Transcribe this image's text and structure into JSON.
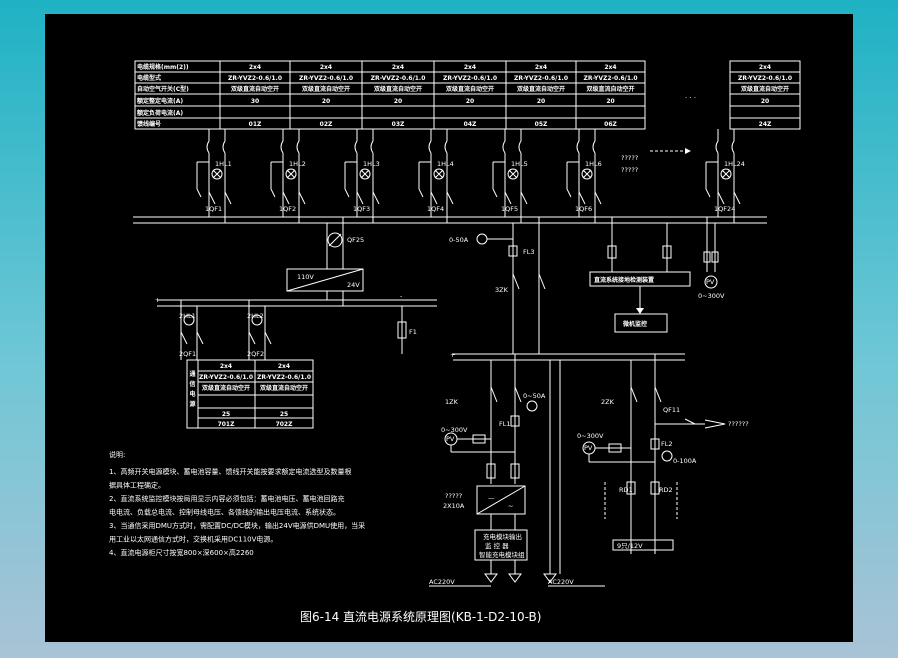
{
  "feeder_table": {
    "row_labels": [
      "电缆规格(mm(2))",
      "电缆型式",
      "自动空气开关(C型)",
      "额定整定电流(A)",
      "额定负荷电流(A)",
      "馈线编号"
    ],
    "columns": [
      {
        "spec": "2x4",
        "cable": "ZR-YVZ2-0.6/1.0",
        "breaker": "双级直流自动空开",
        "current": "30",
        "id": "01Z"
      },
      {
        "spec": "2x4",
        "cable": "ZR-YVZ2-0.6/1.0",
        "breaker": "双级直流自动空开",
        "current": "20",
        "id": "02Z"
      },
      {
        "spec": "2x4",
        "cable": "ZR-VVZ2-0.6/1.0",
        "breaker": "双级直流自动空开",
        "current": "20",
        "id": "03Z"
      },
      {
        "spec": "2x4",
        "cable": "ZR-YVZ2-0.6/1.0",
        "breaker": "双级直流自动空开",
        "current": "20",
        "id": "04Z"
      },
      {
        "spec": "2x4",
        "cable": "ZR-YVZ2-0.6/1.0",
        "breaker": "双级直流自动空开",
        "current": "20",
        "id": "05Z"
      },
      {
        "spec": "2x4",
        "cable": "ZR-YVZ2-0.6/1.0",
        "breaker": "双级直流自动空开",
        "current": "20",
        "id": "06Z"
      },
      {
        "spec": "2x4",
        "cable": "ZR-YVZ2-0.6/1.0",
        "breaker": "双级直流自动空开",
        "current": "20",
        "id": "24Z"
      }
    ],
    "ellipsis": ". . ."
  },
  "hall_labels": [
    "1HL1",
    "1HL2",
    "1HL3",
    "1HL4",
    "1HL5",
    "1HL6",
    "1HL24"
  ],
  "breaker_labels": [
    "1QF1",
    "1QF2",
    "1QF3",
    "1QF4",
    "1QF5",
    "1QF6",
    "1QF24"
  ],
  "unknown_marks": [
    "?????",
    "?????"
  ],
  "ammeter": {
    "label": "0-50A",
    "shunt": "FL3"
  },
  "insulation_box": "直流系统接地检测装置",
  "monitor_box": "微机监控",
  "voltmeter_main": "0~300V",
  "pv_symbol": "PV",
  "switch_3zk": "3ZK",
  "qf25": "QF25",
  "converter": {
    "in": "110V",
    "out": "24V"
  },
  "fuse_f1": "F1",
  "sub_hall": [
    "2HL1",
    "2HL2"
  ],
  "sub_breakers": [
    "2QF1",
    "2QF2"
  ],
  "sub_table": {
    "row_label": "通信电源",
    "columns": [
      {
        "spec": "2x4",
        "cable": "ZR-YVZ2-0.6/1.0",
        "breaker": "双级直流自动空开",
        "current": "25",
        "id": "701Z"
      },
      {
        "spec": "2x4",
        "cable": "ZR-YVZ2-0.6/1.0",
        "breaker": "双级直流自动空开",
        "current": "25",
        "id": "702Z"
      }
    ]
  },
  "rectifier_left": {
    "switch": "1ZK",
    "ammeter": "0~50A",
    "voltmeter": "0~300V",
    "pv": "PV",
    "shunt": "FL1",
    "label": "?????",
    "rating": "2X10A",
    "box": [
      "充电模块输出",
      "监 控 器",
      "智能充电模块组"
    ],
    "ac": "AC220V"
  },
  "rectifier_right": {
    "switch": "2ZK",
    "qf": "QF11",
    "qf_label": "??????",
    "voltmeter": "0~300V",
    "pv": "PV",
    "shunt": "FL2",
    "ammeter": "0-100A",
    "fuses": [
      "RD1",
      "RD2"
    ],
    "battery": "9只/12V",
    "ac": "AC220V"
  },
  "notes": {
    "title": "说明:",
    "lines": [
      "1、高频开关电源模块、蓄电池容量、馈线开关能按要求额定电流选型及数量根",
      "   据具体工程确定。",
      "2、直流系统监控模块按局用显示内容必须包括：蓄电池电压、蓄电池回路充",
      "   电电流、负载总电流、控制母线电压、各馈线的输出电压电流、系统状态。",
      "3、当通信采用DMU方式时，需配置DC/DC模块，输出24V电源供DMU使用，当采",
      "   用工业以太网通信方式时，交换机采用DC110V电源。",
      "4、直流电源柜尺寸按宽800×深600×高2260"
    ]
  },
  "caption": "图6-14  直流电源系统原理图(KB-1-D2-10-B)"
}
